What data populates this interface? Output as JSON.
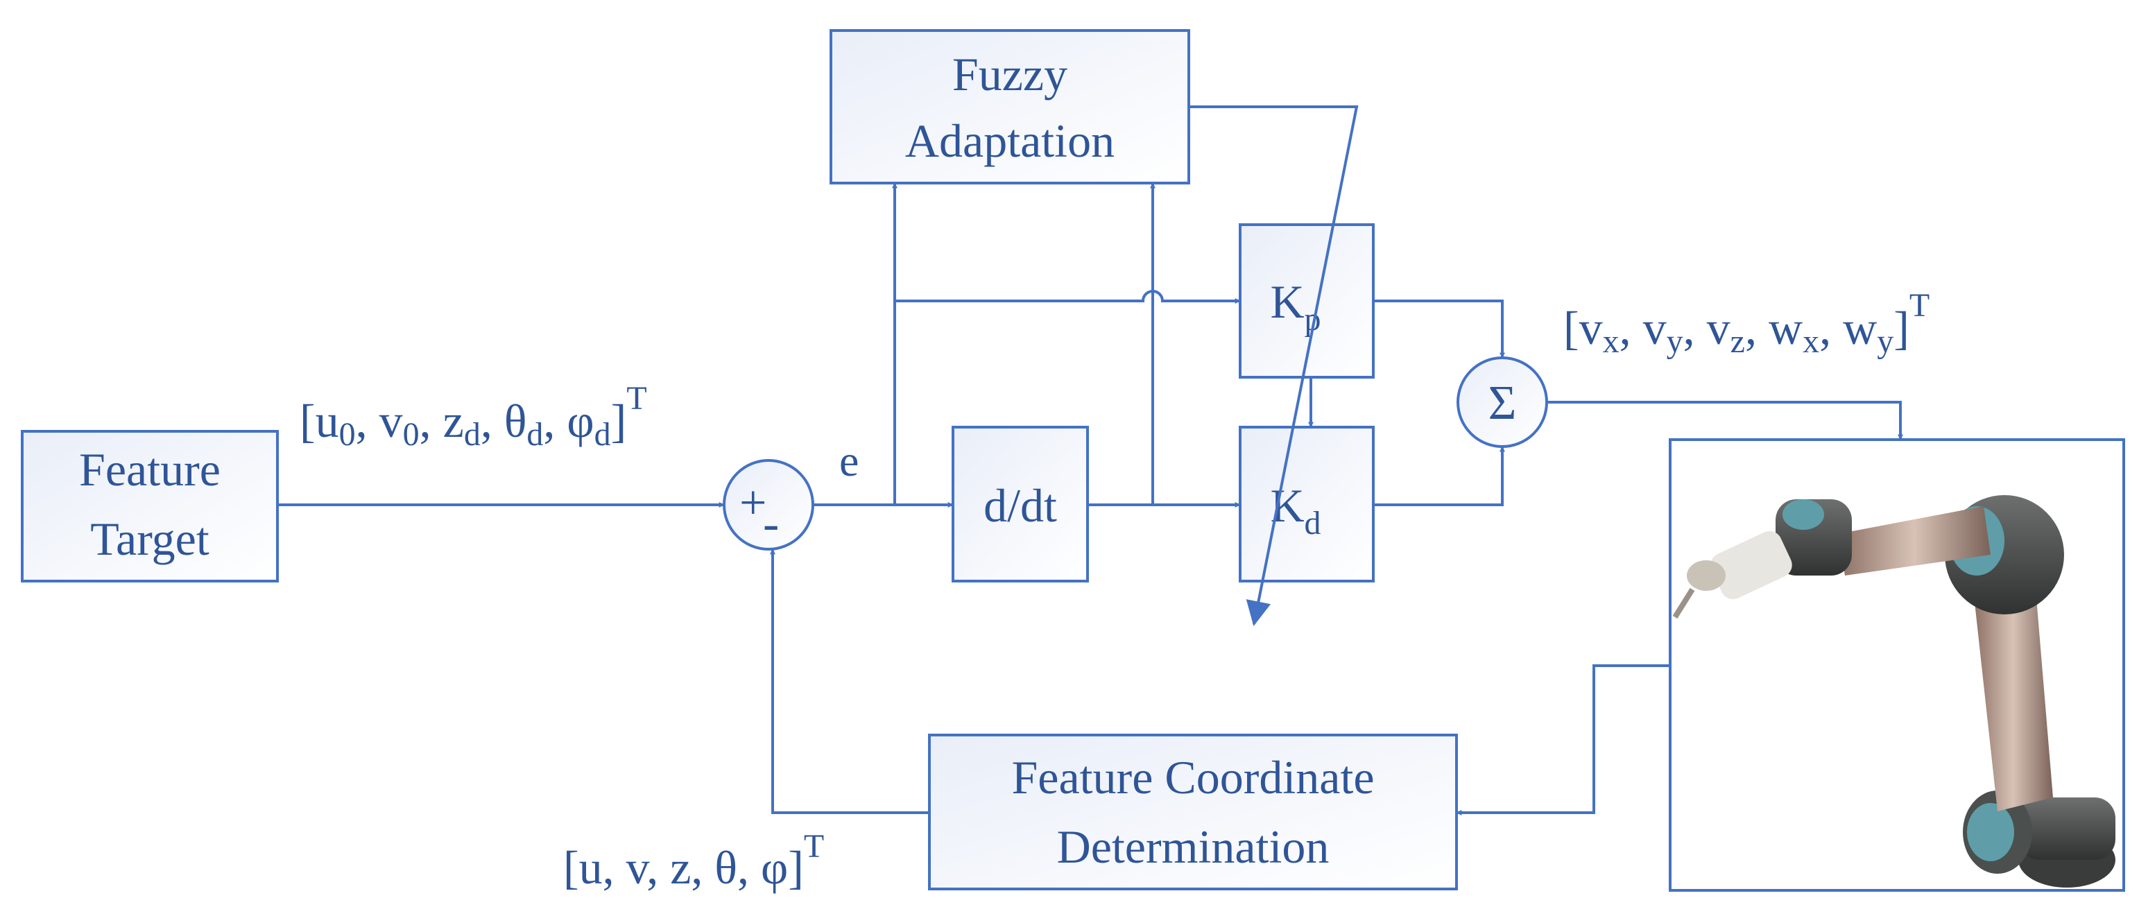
{
  "blocks": {
    "feature_target": [
      "Feature",
      "Target"
    ],
    "fuzzy_adaptation": [
      "Fuzzy",
      "Adaptation"
    ],
    "derivative": "d/dt",
    "kp": {
      "main": "K",
      "sub": "p"
    },
    "kd": {
      "main": "K",
      "sub": "d"
    },
    "feature_coordinate": [
      "Feature Coordinate",
      "Determination"
    ],
    "sum_symbol": "Σ",
    "comparator_plus": "+",
    "comparator_minus": "-"
  },
  "signals": {
    "error": "e",
    "target_vector": {
      "open": "[u",
      "s1": "0",
      "t1": ", v",
      "s2": "0",
      "t2": ", z",
      "s3": "d",
      "t3": ", θ",
      "s4": "d",
      "t4": ", φ",
      "s5": "d",
      "close": "]",
      "sup": "T"
    },
    "velocity_vector": {
      "open": "[v",
      "s1": "x",
      "t1": ", v",
      "s2": "y",
      "t2": ", v",
      "s3": "z",
      "t3": ", w",
      "s4": "x",
      "t4": ", w",
      "s5": "y",
      "close": "]",
      "sup": "T"
    },
    "feedback_vector": {
      "text": "[u, v, z, θ, φ]",
      "sup": "T"
    }
  },
  "colors": {
    "stroke": "#4472C4",
    "text": "#2F5597",
    "box_fill_start": "#F2F5FB",
    "box_fill_end": "#FFFFFF"
  },
  "robot_image": "robot-arm photo"
}
